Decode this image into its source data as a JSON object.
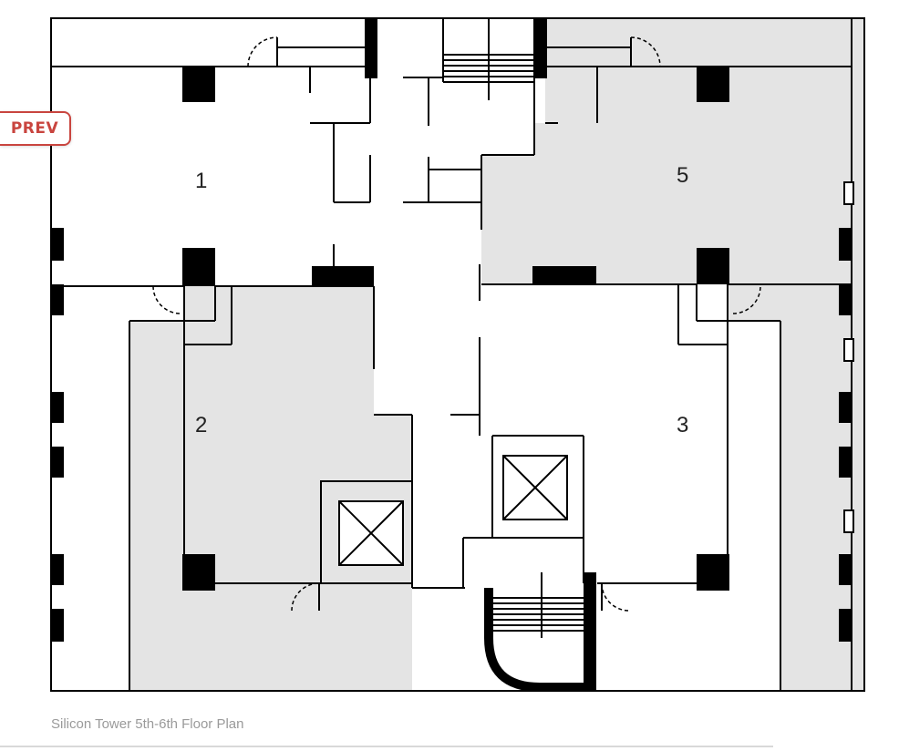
{
  "nav": {
    "prev_label": "PREV"
  },
  "plan": {
    "caption": "Silicon Tower 5th-6th Floor Plan",
    "rooms": [
      "1",
      "2",
      "3",
      "5"
    ]
  },
  "colors": {
    "wall": "#000000",
    "shaded_area": "#e4e4e4",
    "accent": "#c9453f",
    "caption": "#9a9a9a"
  },
  "icons": [
    "elevator-icon",
    "stair-icon",
    "door-swing-icon"
  ]
}
